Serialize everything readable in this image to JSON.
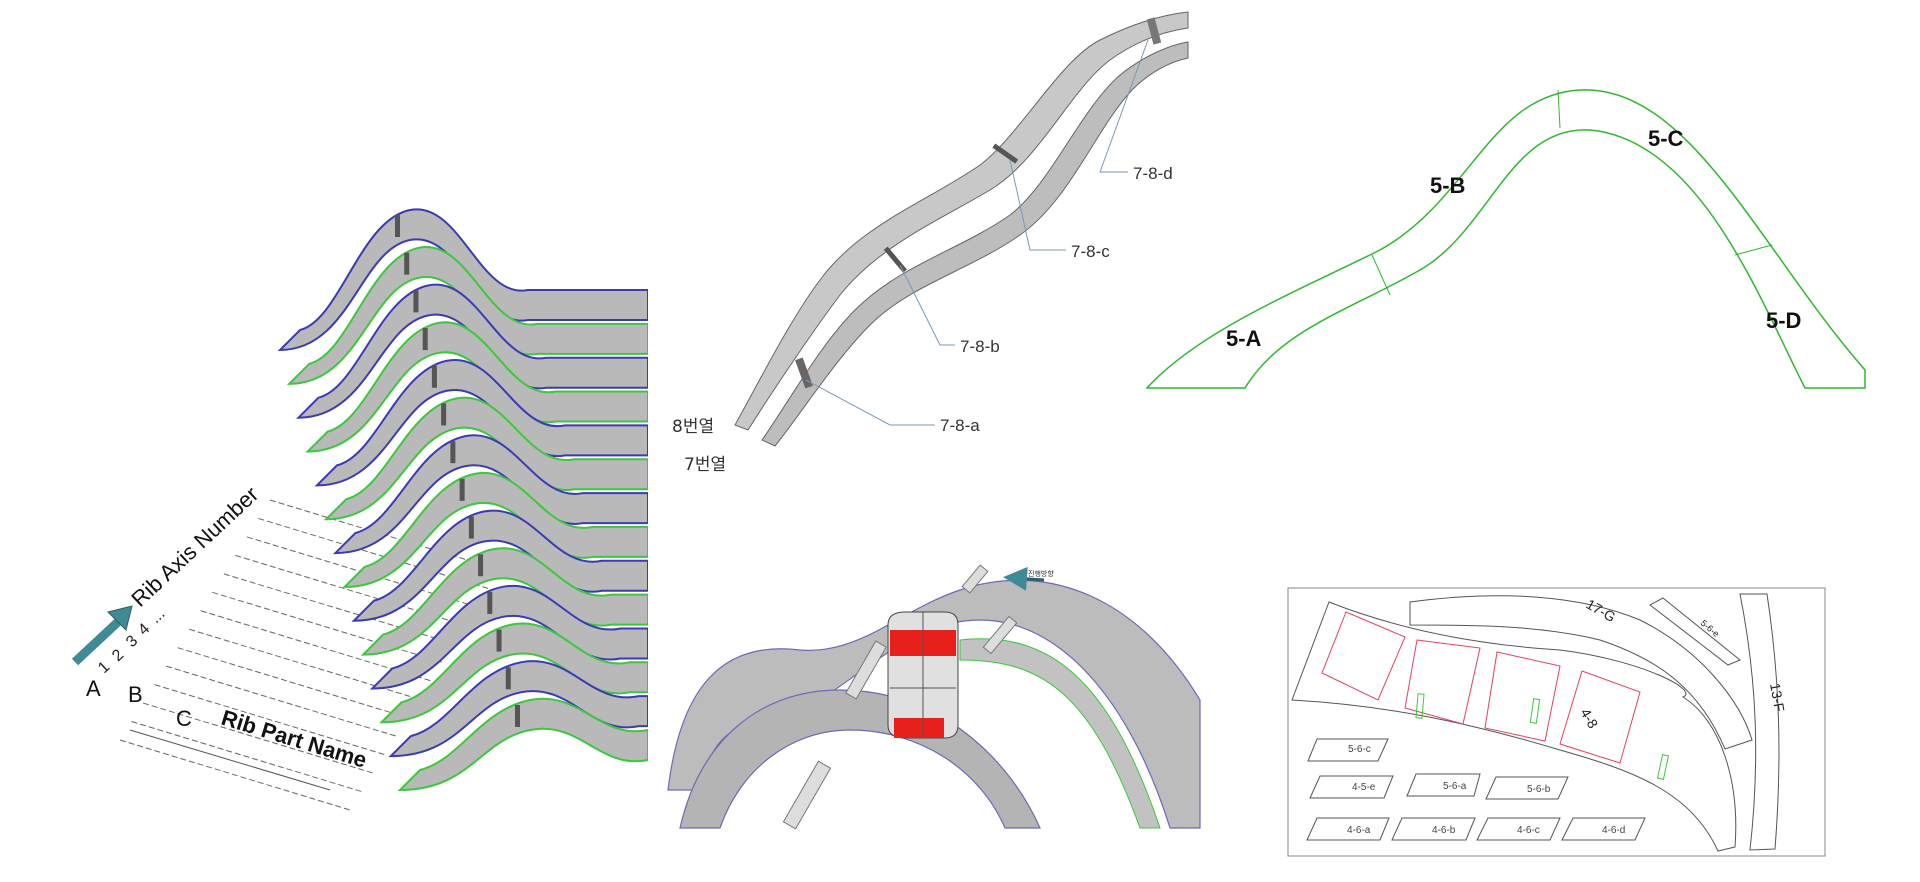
{
  "rib_stack": {
    "axis_number_label": "Rib Axis Number",
    "part_name_label": "Rib Part Name",
    "axis_numbers": [
      "1",
      "2",
      "3",
      "4",
      "..."
    ],
    "part_letters": [
      "A",
      "B",
      "C"
    ]
  },
  "rib_pair": {
    "row_labels": [
      "8번열",
      "7번열"
    ],
    "callouts": [
      "7-8-a",
      "7-8-b",
      "7-8-c",
      "7-8-d"
    ]
  },
  "rib_outline": {
    "segments": [
      "5-A",
      "5-B",
      "5-C",
      "5-D"
    ]
  },
  "assembly_view": {
    "direction_label": "진행방향"
  },
  "nesting_sheet": {
    "large_parts": [
      "17-G",
      "13-F",
      "4-8",
      "5-6-e"
    ],
    "small_parts": [
      "5-6-c",
      "4-5-e",
      "5-6-a",
      "5-6-b",
      "4-6-a",
      "4-6-b",
      "4-6-c",
      "4-6-d"
    ]
  },
  "colors": {
    "rib_fill": "#b9b9b9",
    "edge_blue": "#3a3ab8",
    "edge_green": "#3cc83c",
    "outline_green": "#2eb82e",
    "marker_red": "#e8201c",
    "arrow_teal": "#3f8a94"
  }
}
